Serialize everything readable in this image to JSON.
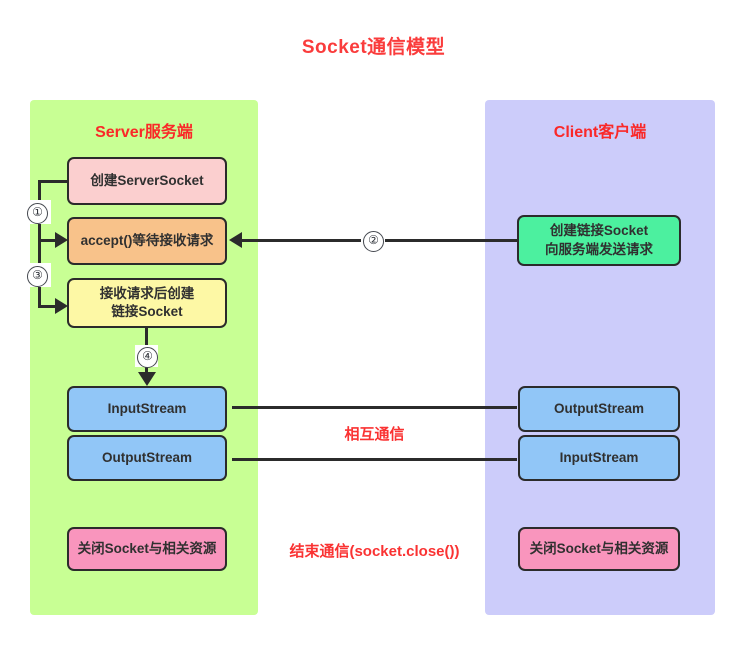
{
  "diagram": {
    "title": "Socket通信模型",
    "accent_red": "#fa3c3c",
    "server": {
      "title": "Server服务端",
      "panel_color": "#c8ff94",
      "nodes": [
        {
          "id": "create-server-socket",
          "label": "创建ServerSocket",
          "color": "#fbcfcf"
        },
        {
          "id": "accept-wait",
          "label": "accept()等待接收请求",
          "color": "#f8c28a"
        },
        {
          "id": "create-link-socket-line1",
          "label": "接收请求后创建",
          "label2": "链接Socket",
          "color": "#fdf8a5"
        },
        {
          "id": "server-input-stream",
          "label": "InputStream",
          "color": "#91c6f7"
        },
        {
          "id": "server-output-stream",
          "label": "OutputStream",
          "color": "#91c6f7"
        },
        {
          "id": "server-close",
          "label": "关闭Socket与相关资源",
          "color": "#f995bd"
        }
      ]
    },
    "client": {
      "title": "Client客户端",
      "panel_color": "#ccccfa",
      "nodes": [
        {
          "id": "client-create-socket-line1",
          "label": "创建链接Socket",
          "label2": "向服务端发送请求",
          "color": "#4cf09f"
        },
        {
          "id": "client-output-stream",
          "label": "OutputStream",
          "color": "#91c6f7"
        },
        {
          "id": "client-input-stream",
          "label": "InputStream",
          "color": "#91c6f7"
        },
        {
          "id": "client-close",
          "label": "关闭Socket与相关资源",
          "color": "#f995bd"
        }
      ]
    },
    "steps": [
      {
        "id": "step-1",
        "label": "①"
      },
      {
        "id": "step-2",
        "label": "②"
      },
      {
        "id": "step-3",
        "label": "③"
      },
      {
        "id": "step-4",
        "label": "④"
      }
    ],
    "middle_labels": [
      {
        "id": "mutual-communication",
        "label": "相互通信"
      },
      {
        "id": "end-communication",
        "label": "结束通信(socket.close())"
      }
    ]
  }
}
